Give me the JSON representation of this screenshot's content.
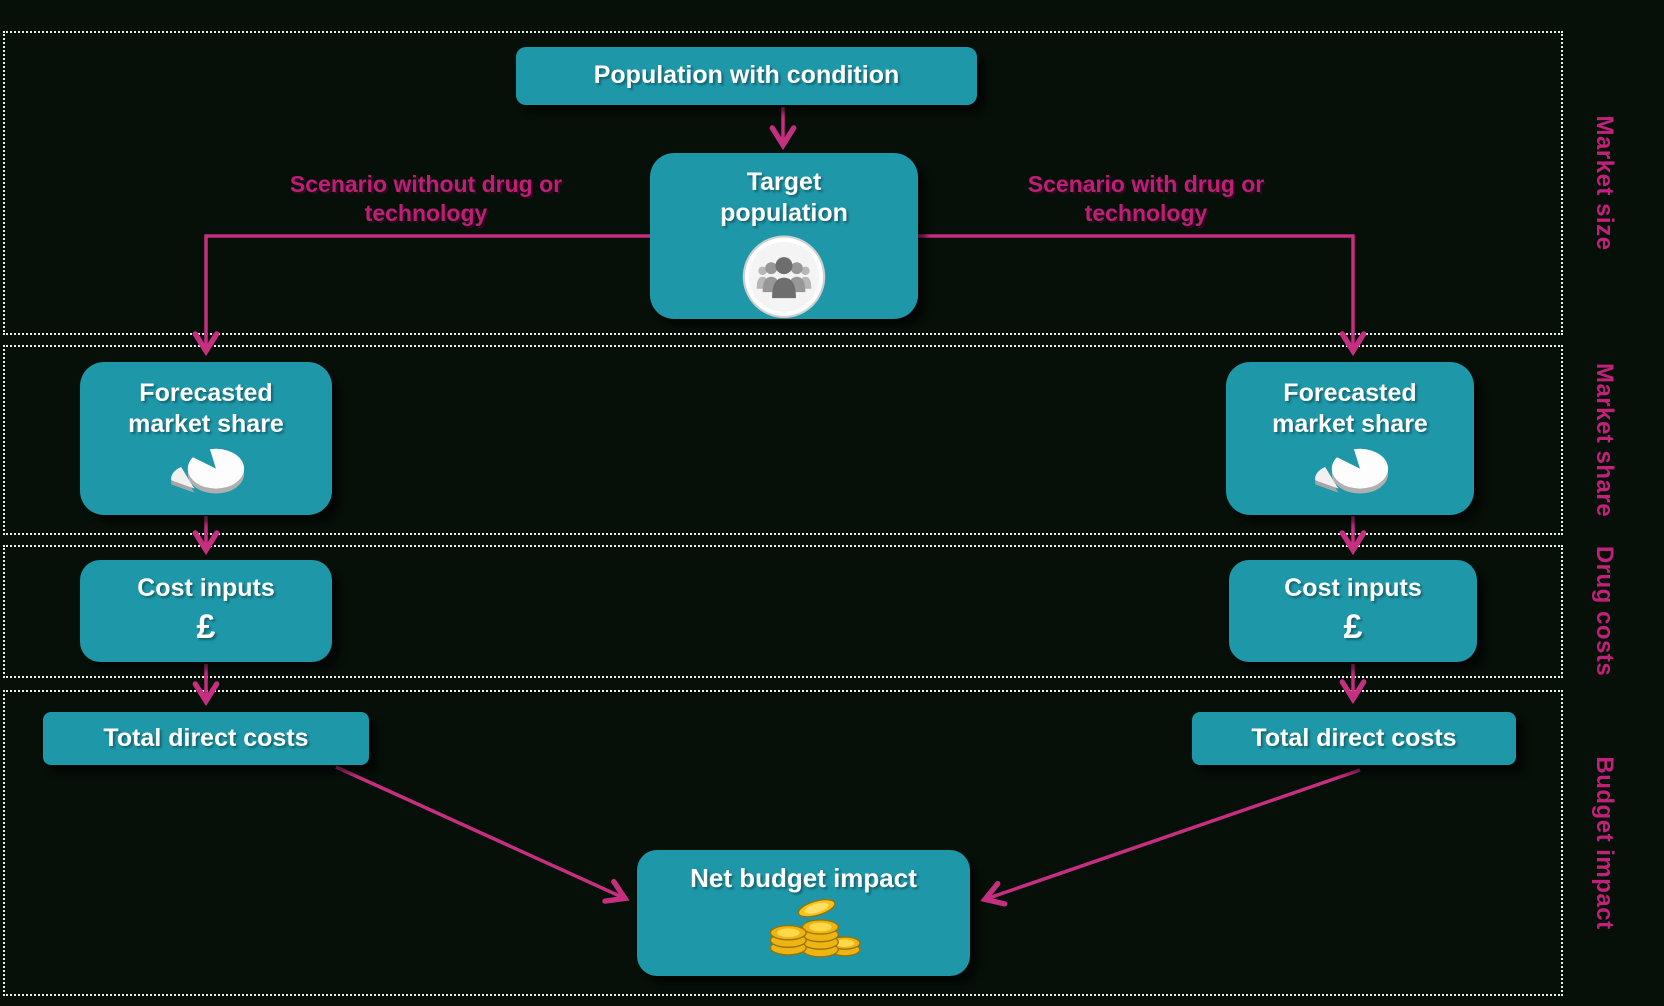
{
  "diagram": {
    "title_box": "Population with condition",
    "target_box": {
      "line1": "Target",
      "line2": "population"
    },
    "scenario_left": {
      "line1": "Scenario without drug or",
      "line2": "technology"
    },
    "scenario_right": {
      "line1": "Scenario with drug or",
      "line2": "technology"
    },
    "forecast_left": {
      "line1": "Forecasted",
      "line2": "market share"
    },
    "forecast_right": {
      "line1": "Forecasted",
      "line2": "market share"
    },
    "cost_left": {
      "label": "Cost inputs",
      "currency": "£"
    },
    "cost_right": {
      "label": "Cost inputs",
      "currency": "£"
    },
    "total_left": "Total direct costs",
    "total_right": "Total direct costs",
    "net_box": "Net budget impact",
    "bands": [
      {
        "label": "Market size"
      },
      {
        "label": "Market share"
      },
      {
        "label": "Drug costs"
      },
      {
        "label": "Budget impact"
      }
    ],
    "icons": {
      "target": "people-group-icon",
      "forecast": "pie-chart-icon",
      "net": "coins-icon"
    },
    "colors": {
      "background": "#060f08",
      "node_fill": "#1e97a8",
      "accent_pink_text": "#be1f76",
      "arrow_pink": "#c62e80",
      "band_label_pink": "#c2217b",
      "band_border": "#ebebeb",
      "node_text": "#ffffff"
    }
  }
}
